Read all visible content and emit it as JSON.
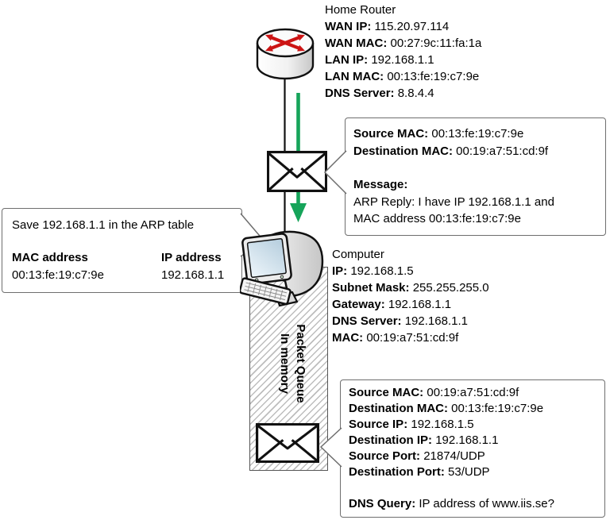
{
  "router": {
    "title": "Home Router",
    "fields": [
      {
        "label": "WAN IP:",
        "value": "115.20.97.114"
      },
      {
        "label": "WAN MAC:",
        "value": "00:27:9c:11:fa:1a"
      },
      {
        "label": "LAN IP:",
        "value": "192.168.1.1"
      },
      {
        "label": "LAN MAC:",
        "value": "00:13:fe:19:c7:9e"
      },
      {
        "label": "DNS Server:",
        "value": "8.8.4.4"
      }
    ]
  },
  "arp_reply_packet": {
    "fields": [
      {
        "label": "Source MAC:",
        "value": "00:13:fe:19:c7:9e"
      },
      {
        "label": "Destination MAC:",
        "value": "00:19:a7:51:cd:9f"
      }
    ],
    "message_label": "Message:",
    "message_line1": "ARP Reply: I have IP 192.168.1.1 and",
    "message_line2": "MAC address 00:13:fe:19:c7:9e"
  },
  "arp_table_note": {
    "title": "Save 192.168.1.1 in the ARP table",
    "columns": [
      {
        "header": "MAC address",
        "value": "00:13:fe:19:c7:9e"
      },
      {
        "header": "IP address",
        "value": "192.168.1.1"
      }
    ]
  },
  "computer": {
    "title": "Computer",
    "fields": [
      {
        "label": "IP:",
        "value": "192.168.1.5"
      },
      {
        "label": "Subnet Mask:",
        "value": "255.255.255.0"
      },
      {
        "label": "Gateway:",
        "value": "192.168.1.1"
      },
      {
        "label": "DNS Server:",
        "value": "192.168.1.1"
      },
      {
        "label": "MAC:",
        "value": "00:19:a7:51:cd:9f"
      }
    ]
  },
  "packet_queue": {
    "line1": "Packet Queue",
    "line2": "In memory"
  },
  "dns_query_packet": {
    "fields": [
      {
        "label": "Source MAC:",
        "value": "00:19:a7:51:cd:9f"
      },
      {
        "label": "Destination MAC:",
        "value": "00:13:fe:19:c7:9e"
      },
      {
        "label": "Source IP:",
        "value": "192.168.1.5"
      },
      {
        "label": "Destination IP:",
        "value": "192.168.1.1"
      },
      {
        "label": "Source Port:",
        "value": "21874/UDP"
      },
      {
        "label": "Destination Port:",
        "value": "53/UDP"
      }
    ],
    "query": {
      "label": "DNS Query:",
      "value": "IP address of www.iis.se?"
    }
  },
  "icons": {
    "router": "router-cylinder-icon",
    "computer": "desktop-computer-icon",
    "packet": "envelope-icon"
  },
  "colors": {
    "flow_arrow_green": "#16a45a",
    "router_arrows_red": "#cc1414",
    "note_border": "#6e6e6e",
    "hatch_gray": "#bdbdbd"
  }
}
